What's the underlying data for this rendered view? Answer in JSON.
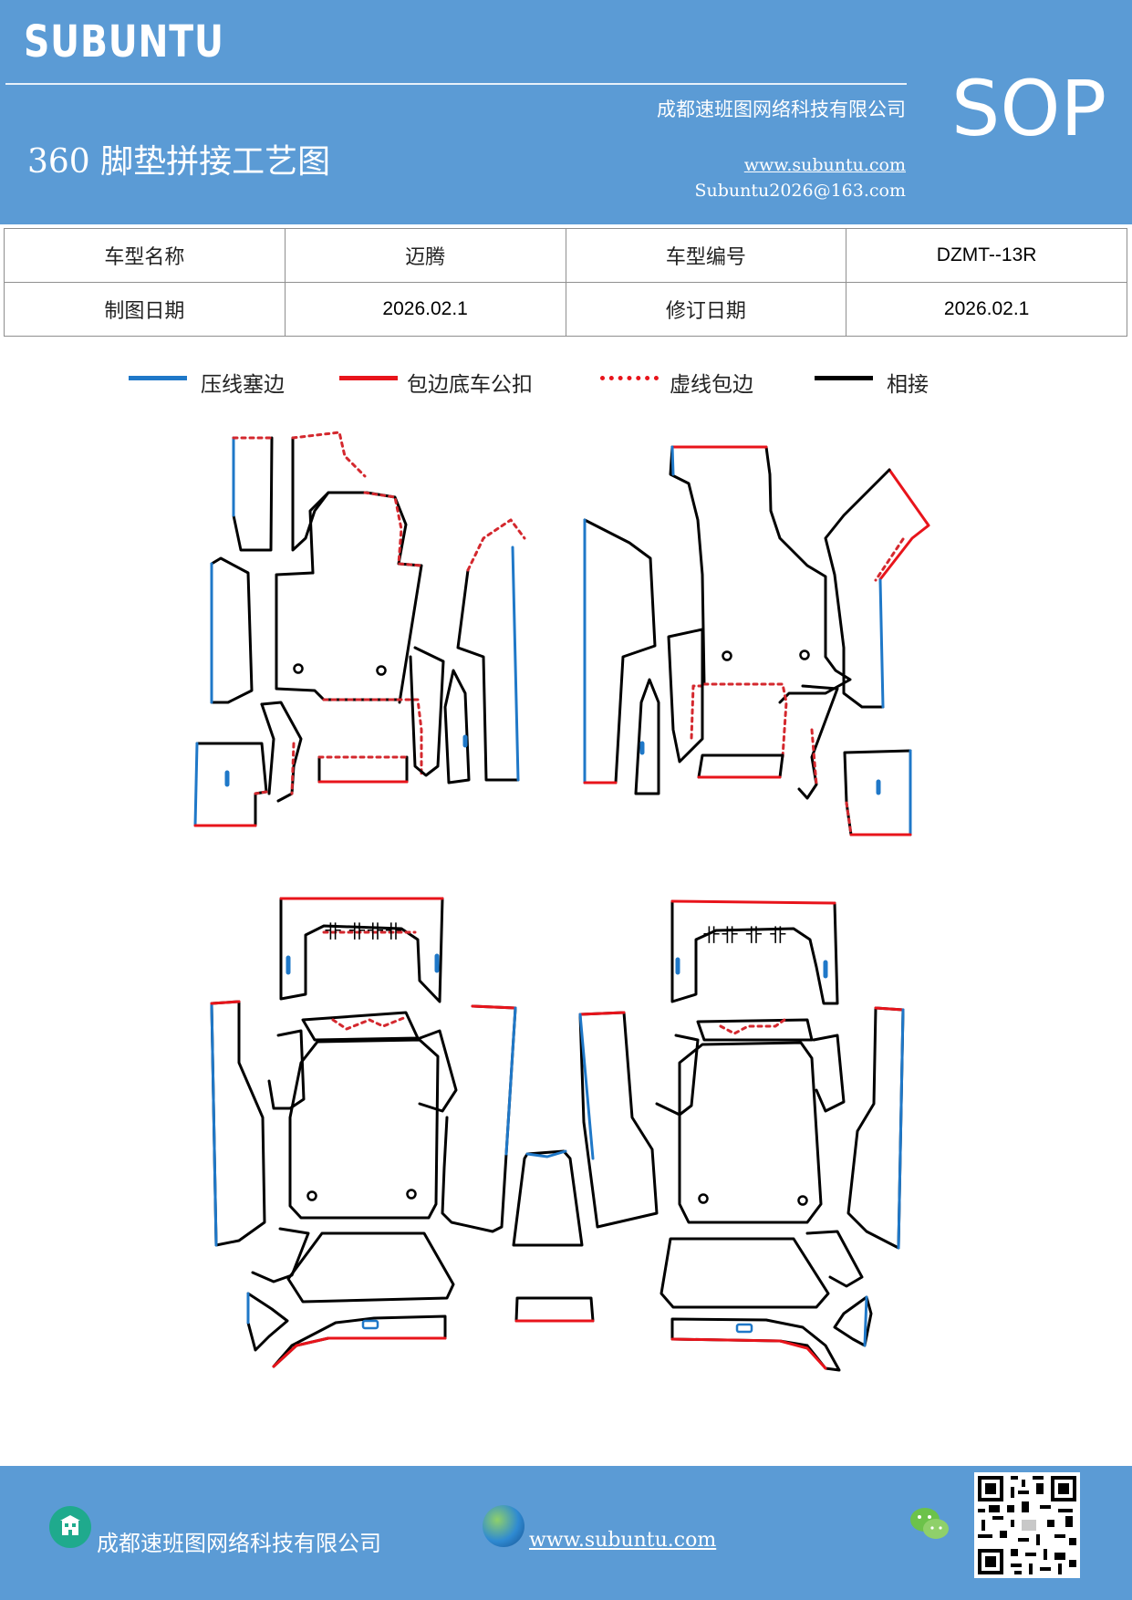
{
  "header": {
    "brand": "SUBUNTU",
    "doc_type": "SOP",
    "company": "成都速班图网络科技有限公司",
    "title": "360 脚垫拼接工艺图",
    "website": "www.subuntu.com",
    "email": "Subuntu2026@163.com"
  },
  "info_table": {
    "model_name_label": "车型名称",
    "model_name_value": "迈腾",
    "model_code_label": "车型编号",
    "model_code_value": "DZMT--13R",
    "draw_date_label": "制图日期",
    "draw_date_value": "2026.02.1",
    "revise_date_label": "修订日期",
    "revise_date_value": "2026.02.1"
  },
  "legend": {
    "items": [
      {
        "label": "压线塞边",
        "color": "#1f78c8",
        "style": "solid"
      },
      {
        "label": "包边底车公扣",
        "color": "#e8141b",
        "style": "solid"
      },
      {
        "label": "虚线包边",
        "color": "#e8141b",
        "style": "dotted"
      },
      {
        "label": "相接",
        "color": "#000000",
        "style": "solid"
      }
    ]
  },
  "footer": {
    "company": "成都速班图网络科技有限公司",
    "website": "www.subuntu.com",
    "icons": [
      "building-icon",
      "globe-icon",
      "wechat-icon",
      "qr-code"
    ]
  }
}
